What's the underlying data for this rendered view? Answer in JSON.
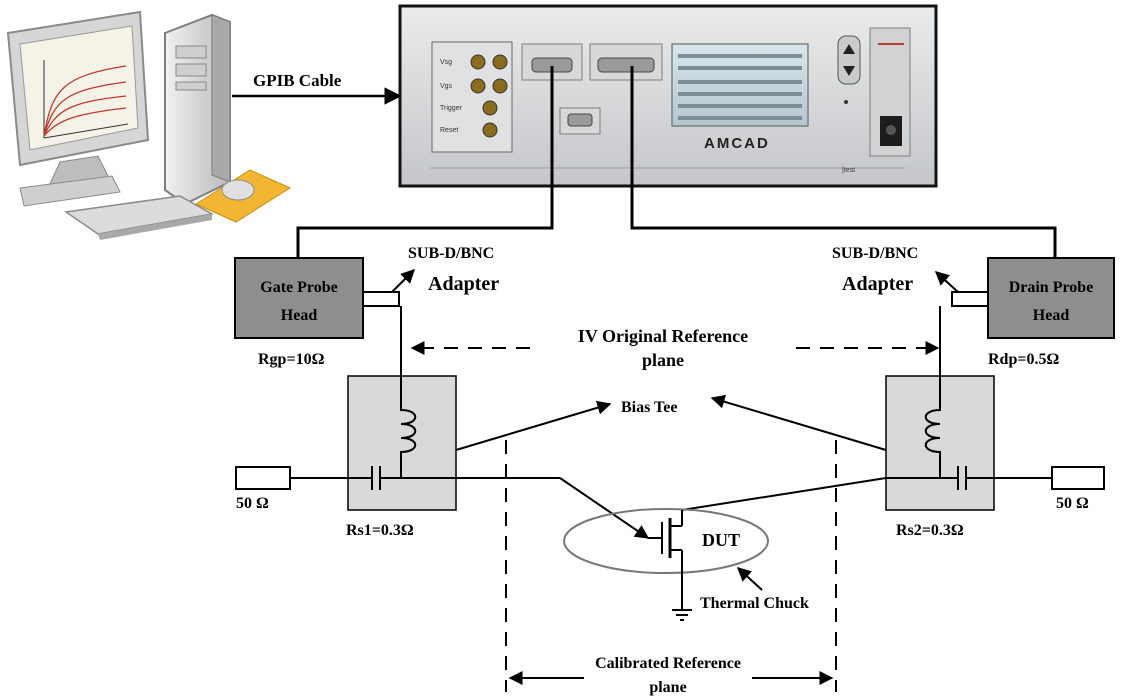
{
  "cable": {
    "label": "GPIB Cable"
  },
  "instrument": {
    "brand": "AMCAD",
    "tag": "|test",
    "panel_labels": [
      "Vsg",
      "Vgs",
      "Trigger",
      "Reset"
    ]
  },
  "gate_probe": {
    "name": "Gate Probe Head",
    "line1": "Gate Probe",
    "line2": "Head",
    "resistance": "Rgp=10Ω"
  },
  "drain_probe": {
    "name": "Drain Probe Head",
    "line1": "Drain Probe",
    "line2": "Head",
    "resistance": "Rdp=0.5Ω"
  },
  "adapter_left": {
    "line1": "SUB-D/BNC",
    "line2": "Adapter"
  },
  "adapter_right": {
    "line1": "SUB-D/BNC",
    "line2": "Adapter"
  },
  "iv_plane": {
    "line1": "IV Original Reference",
    "line2": "plane"
  },
  "bias_tee": {
    "label": "Bias Tee"
  },
  "load_left": {
    "label": "50 Ω"
  },
  "load_right": {
    "label": "50 Ω"
  },
  "rs1": {
    "label": "Rs1=0.3Ω"
  },
  "rs2": {
    "label": "Rs2=0.3Ω"
  },
  "dut": {
    "label": "DUT"
  },
  "chuck": {
    "label": "Thermal Chuck"
  },
  "cal_plane": {
    "line1": "Calibrated Reference",
    "line2": "plane"
  }
}
